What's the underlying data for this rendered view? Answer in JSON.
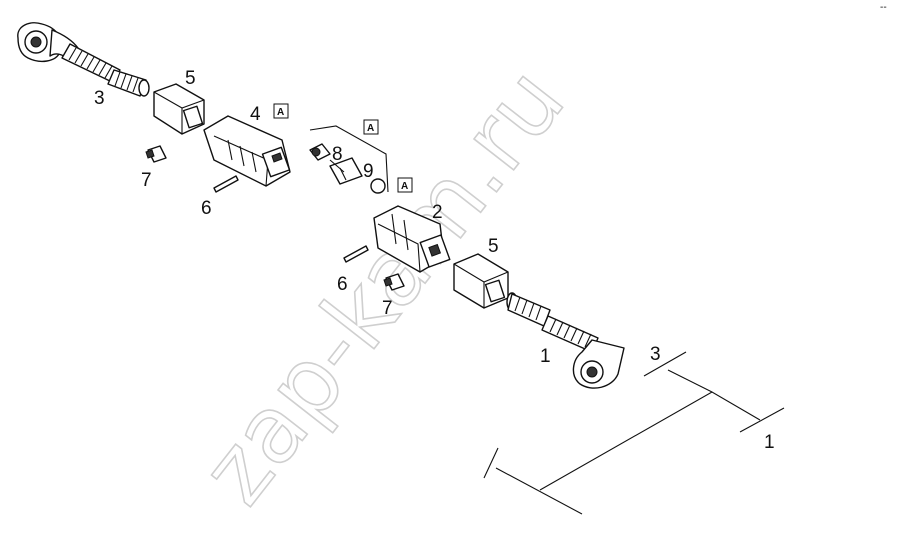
{
  "watermark": "zap-kam.ru",
  "callouts": {
    "c1_bottom": "1",
    "c2": "2",
    "c3_top": "3",
    "c4": "4",
    "c5_top": "5",
    "c5_bottom": "5",
    "c6_top": "6",
    "c6_bottom": "6",
    "c7_top": "7",
    "c7_bottom": "7",
    "c8": "8",
    "c9": "9",
    "c3_schematic": "3",
    "c1_schematic": "1"
  },
  "ref_boxes": {
    "a1": "A",
    "a2": "A",
    "a3": "A"
  },
  "corner_mark": "--"
}
